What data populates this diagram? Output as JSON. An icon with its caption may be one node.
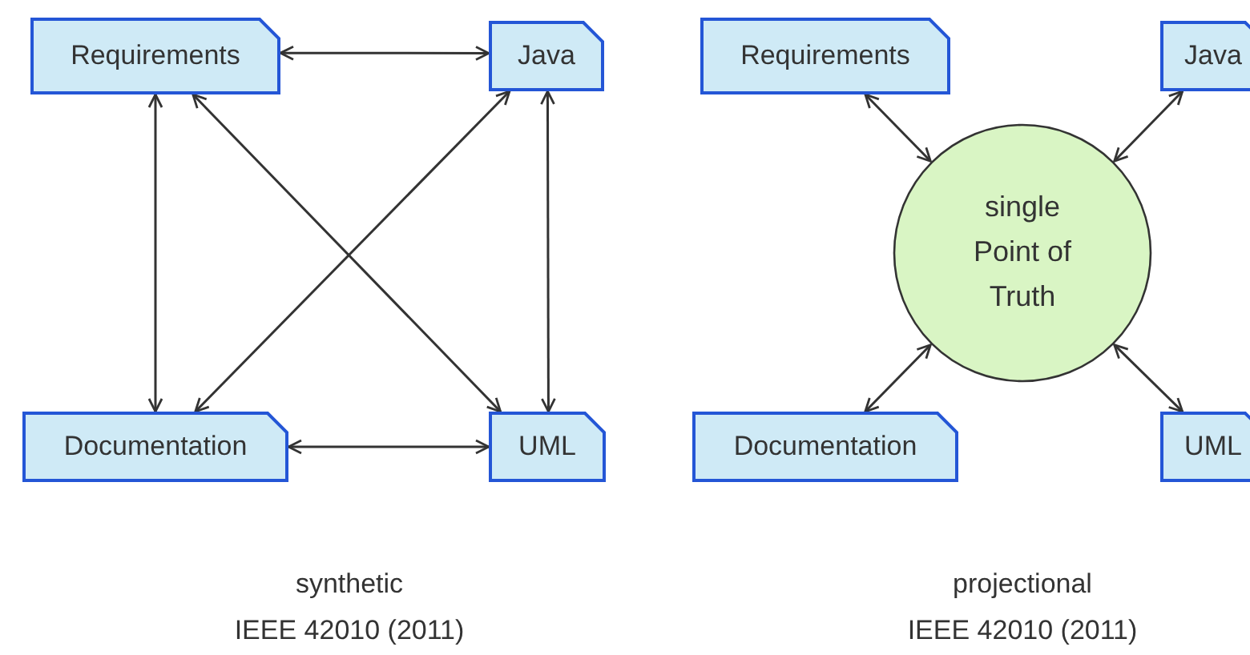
{
  "diagram": {
    "nodes": [
      {
        "text": [
          "Requirements"
        ]
      },
      {
        "text": [
          "Java"
        ]
      },
      {
        "text": [
          "Documentation"
        ]
      },
      {
        "text": [
          "UML"
        ]
      },
      {
        "text": [
          "Requirements"
        ]
      },
      {
        "text": [
          "Java"
        ]
      },
      {
        "text": [
          "single Point of Truth"
        ]
      },
      {
        "text": [
          "Documentation"
        ]
      },
      {
        "text": [
          "UML"
        ]
      }
    ],
    "edges": [
      {
        "from": 0,
        "to": 1,
        "arrow": "both"
      },
      {
        "from": 0,
        "to": 2,
        "arrow": "both"
      },
      {
        "from": 0,
        "to": 3,
        "arrow": "both"
      },
      {
        "from": 1,
        "to": 2,
        "arrow": "both"
      },
      {
        "from": 1,
        "to": 3,
        "arrow": "both"
      },
      {
        "from": 2,
        "to": 3,
        "arrow": "both"
      },
      {
        "from": 4,
        "to": 6,
        "arrow": "both"
      },
      {
        "from": 5,
        "to": 6,
        "arrow": "both"
      },
      {
        "from": 7,
        "to": 6,
        "arrow": "both"
      },
      {
        "from": 8,
        "to": 6,
        "arrow": "both"
      }
    ],
    "labels": [
      "synthetic",
      "IEEE 42010 (2011)",
      "projectional",
      "IEEE 42010 (2011)"
    ]
  }
}
